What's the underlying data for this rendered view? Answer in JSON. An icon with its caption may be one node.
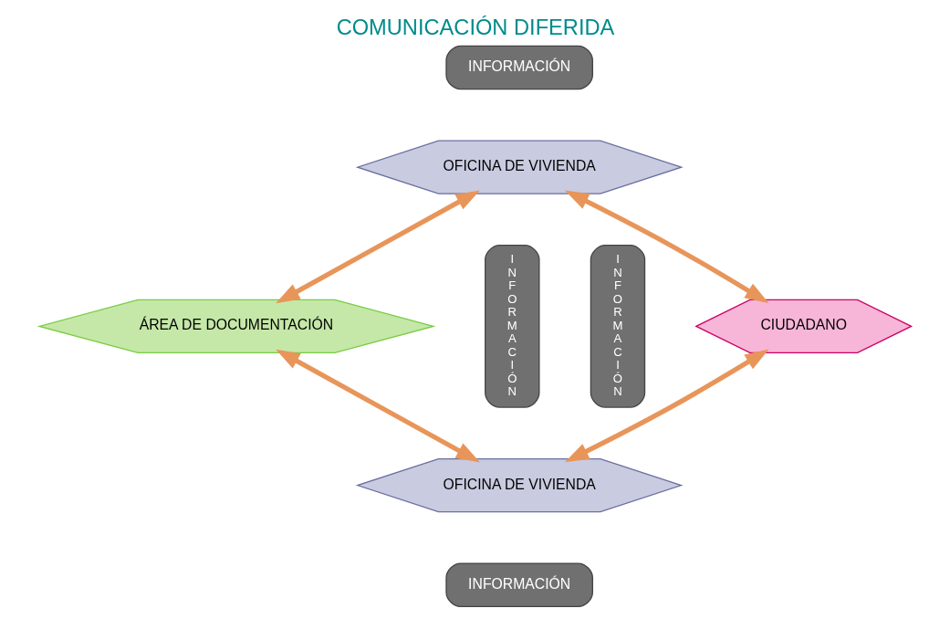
{
  "diagram": {
    "title": "COMUNICACIÓN DIFERIDA",
    "nodes": [
      {
        "text": [
          "INFORMACIÓN"
        ]
      },
      {
        "text": [
          "OFICINA DE VIVIENDA"
        ]
      },
      {
        "text": [
          "INFORMACIÓN"
        ]
      },
      {
        "text": [
          "CIUDADANO"
        ]
      },
      {
        "text": [
          "ÁREA DE DOCUMENTACIÓN"
        ]
      },
      {
        "text": [
          "INFORMACIÓN"
        ]
      },
      {
        "text": [
          "OFICINA DE VIVIENDA"
        ]
      },
      {
        "text": [
          "INFORMACIÓN"
        ]
      }
    ],
    "edges": [
      {
        "from": 3,
        "to": 1,
        "arrow": "both"
      },
      {
        "from": 1,
        "to": 4,
        "arrow": "both"
      },
      {
        "from": 3,
        "to": 6,
        "arrow": "both"
      },
      {
        "from": 6,
        "to": 4,
        "arrow": "both"
      }
    ]
  }
}
